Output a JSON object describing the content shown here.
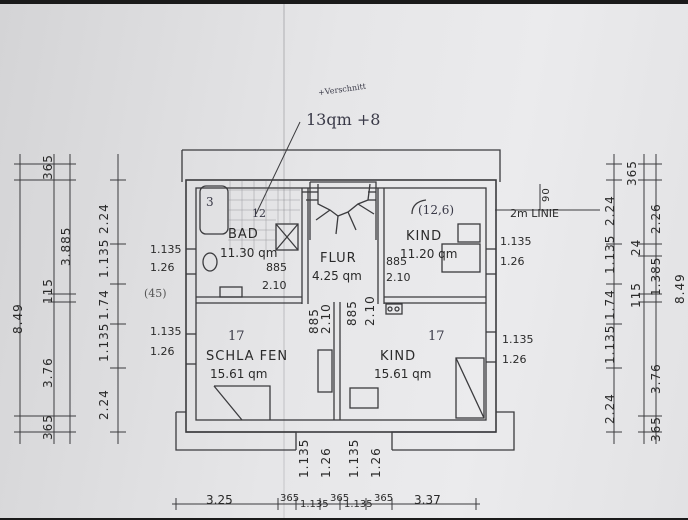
{
  "rooms": {
    "bad": {
      "name": "BAD",
      "area": "11.30 qm",
      "note": "12"
    },
    "flur": {
      "name": "FLUR",
      "area": "4.25 qm"
    },
    "kind_top": {
      "name": "KIND",
      "area": "11.20 qm",
      "note": "(12,6)"
    },
    "schlafen": {
      "name": "SCHLA FEN",
      "area": "15.61 qm",
      "note": "17"
    },
    "kind_bottom": {
      "name": "KIND",
      "area": "15.61 qm",
      "note": "17"
    }
  },
  "annotations": {
    "top_note": "+Verschnitt",
    "top_area": "13qm +8",
    "bad_number": "3",
    "left_45": "(45)",
    "m_linie": "2m LINIE",
    "dim_90": "90"
  },
  "openings": {
    "left_top": [
      "1.135",
      "1.26"
    ],
    "left_bottom": [
      "1.135",
      "1.26"
    ],
    "right_top": [
      "1.135",
      "1.26"
    ],
    "right_bottom": [
      "1.135",
      "1.26"
    ],
    "bad_door": [
      "885",
      "2.10"
    ],
    "kind_door": [
      "885",
      "2.10"
    ],
    "flur_doors": [
      "885",
      "2.10"
    ],
    "bottom_left": [
      "1.135",
      "1.26"
    ],
    "bottom_right": [
      "1.135",
      "1.26"
    ]
  },
  "dims_left": {
    "total": "8.49",
    "outer": [
      "365",
      "3.885",
      "115",
      "3.76",
      "365"
    ],
    "inner": [
      "2.24",
      "1.135",
      "1.74",
      "1.135",
      "2.24"
    ]
  },
  "dims_right": {
    "outer": [
      "365",
      "2.26",
      "24",
      "1.385",
      "115",
      "3.76",
      "365"
    ],
    "inner": [
      "2.24",
      "1.135",
      "1.74",
      "1.135",
      "2.24"
    ],
    "total": "8.49"
  },
  "dims_bottom": [
    "3.25",
    "365",
    "1.135",
    "365",
    "1.135",
    "365",
    "3.37"
  ]
}
